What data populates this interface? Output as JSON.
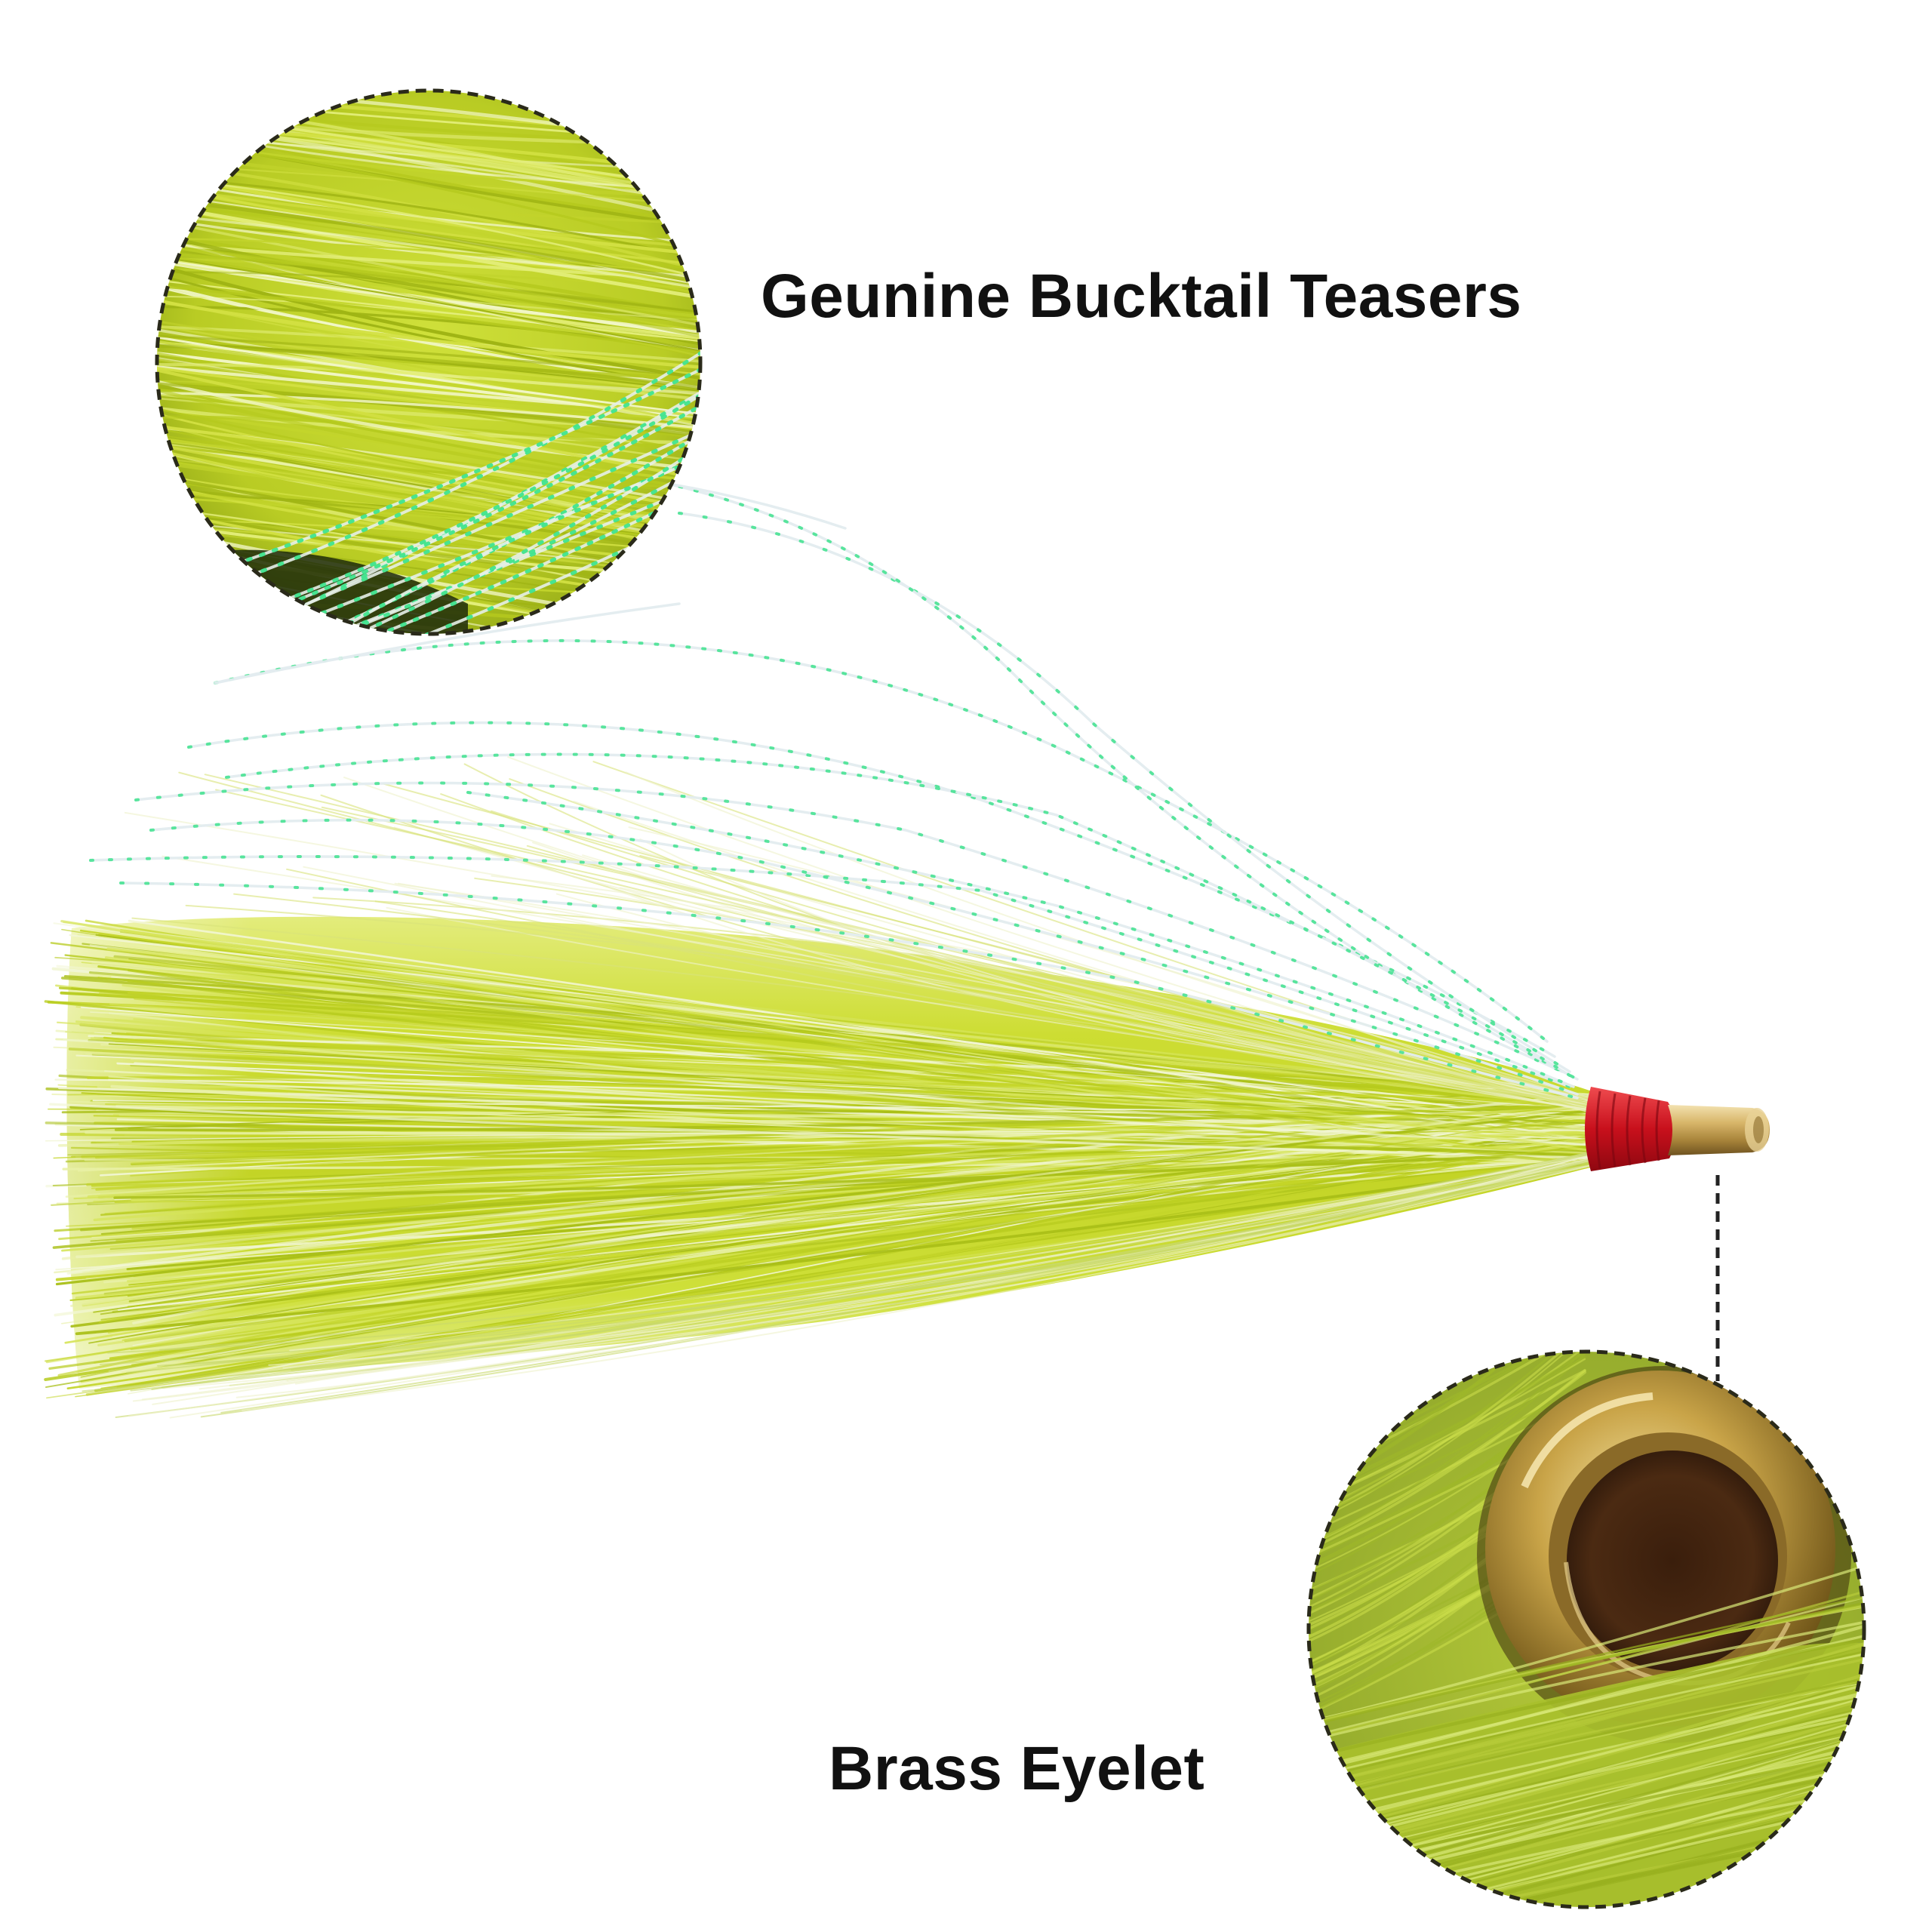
{
  "labels": {
    "teasers": "Geunine Bucktail Teasers",
    "eyelet": "Brass Eyelet"
  },
  "colors": {
    "background": "#ffffff",
    "bucktail_chartreuse": "#c9dc2e",
    "bucktail_shadow": "#98ad14",
    "flash_strand": "#dfe9ee",
    "flash_glint": "#39e08a",
    "thread_wrap": "#cf1422",
    "brass": "#c8a75a",
    "caption_text": "#111111",
    "zoom_border": "#2a2a1a"
  },
  "icons": {
    "teaser_zoom": "magnified-bucktail-hair",
    "eyelet_zoom": "magnified-brass-eyelet"
  }
}
